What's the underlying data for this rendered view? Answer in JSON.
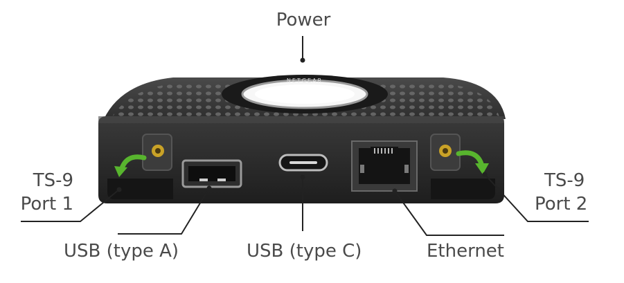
{
  "labels": {
    "power": "Power",
    "ts9_port1_line1": "TS-9",
    "ts9_port1_line2": "Port 1",
    "ts9_port2_line1": "TS-9",
    "ts9_port2_line2": "Port 2",
    "usb_a": "USB (type A)",
    "usb_c": "USB (type C)",
    "ethernet": "Ethernet"
  },
  "device": {
    "brand": "NETGEAR"
  },
  "colors": {
    "body": "#2a2a2a",
    "body_dark": "#1c1c1c",
    "top": "#3a3a3a",
    "ring": "#ffffff",
    "arrow": "#58b52e",
    "jack": "#c9a227",
    "leader": "#222222",
    "text": "#4a4a4a"
  }
}
